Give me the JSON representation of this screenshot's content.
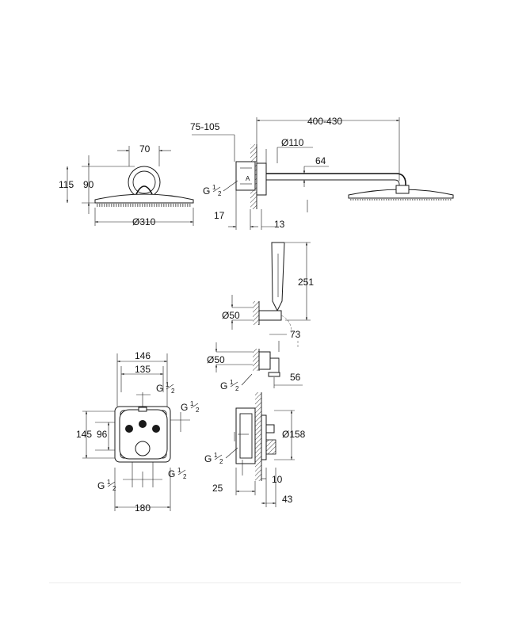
{
  "head_front": {
    "width": "70",
    "height_total": "115",
    "height_inner": "90",
    "diameter": "Ø310"
  },
  "head_side": {
    "wall_range": "75-105",
    "arm_length": "400-430",
    "flange": "Ø110",
    "drop": "64",
    "thread": "G",
    "wall_gap": "17",
    "depth": "13"
  },
  "hand_shower": {
    "length": "251",
    "diameter1": "Ø50",
    "offset": "73",
    "diameter2": "Ø50",
    "depth": "56",
    "thread": "G"
  },
  "valve_front": {
    "width_outer": "146",
    "width_inner": "135",
    "height_outer": "145",
    "height_inner": "96",
    "width_box": "180",
    "thread": "G"
  },
  "valve_side": {
    "diameter": "Ø158",
    "thread": "G",
    "depth_a": "25",
    "depth_b": "10",
    "depth_c": "43"
  },
  "fraction": {
    "num": "1",
    "den": "2"
  }
}
